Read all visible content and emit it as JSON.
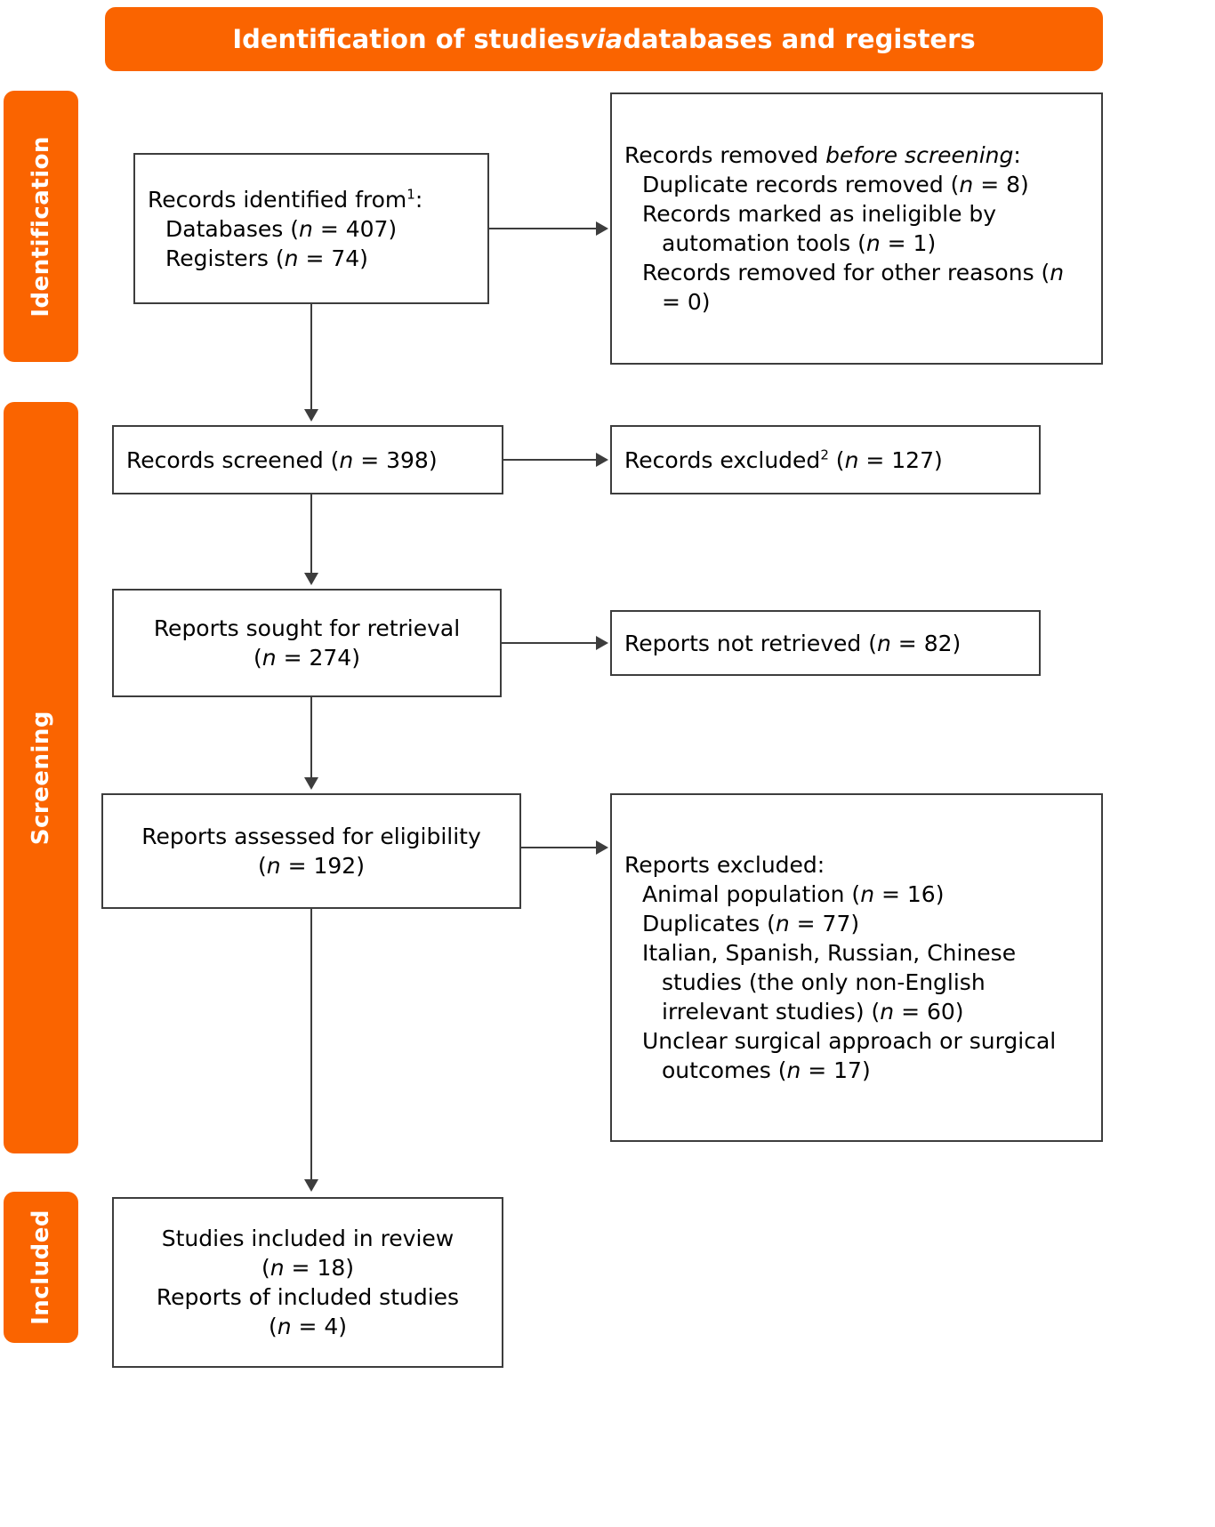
{
  "banner": {
    "text_before": "Identification of studies ",
    "text_italic": "via",
    "text_after": " databases and registers"
  },
  "stages": {
    "identification": "Identification",
    "screening": "Screening",
    "included": "Included"
  },
  "boxes": {
    "identified": {
      "name": "records-identified",
      "line1_a": "Records identified from",
      "line1_sup": "1",
      "line1_b": ":",
      "line2_a": "Databases (",
      "line2_n": "n",
      "line2_b": " = 407)",
      "line3_a": "Registers (",
      "line3_n": "n",
      "line3_b": " = 74)"
    },
    "removed": {
      "name": "records-removed-before-screening",
      "line1_a": "Records removed ",
      "line1_it": "before screening",
      "line1_b": ":",
      "line2_a": "Duplicate records removed (",
      "line2_n": "n",
      "line2_b": " = 8)",
      "line3_a": "Records marked as ineligible by automation tools (",
      "line3_n": "n",
      "line3_b": " = 1)",
      "line4_a": "Records removed for other reasons (",
      "line4_n": "n",
      "line4_b": " = 0)"
    },
    "screened": {
      "name": "records-screened",
      "line1_a": "Records screened (",
      "line1_n": "n",
      "line1_b": " = 398)"
    },
    "excluded1": {
      "name": "records-excluded",
      "line1_a": "Records excluded",
      "line1_sup": "2",
      "line1_mid": " (",
      "line1_n": "n",
      "line1_b": " = 127)"
    },
    "sought": {
      "name": "reports-sought-for-retrieval",
      "line1": "Reports sought for retrieval",
      "line2_a": "(",
      "line2_n": "n",
      "line2_b": " = 274)"
    },
    "notretrieved": {
      "name": "reports-not-retrieved",
      "line1_a": "Reports not retrieved (",
      "line1_n": "n",
      "line1_b": " = 82)"
    },
    "assessed": {
      "name": "reports-assessed-for-eligibility",
      "line1": "Reports assessed for eligibility",
      "line2_a": "(",
      "line2_n": "n",
      "line2_b": " = 192)"
    },
    "reportsexcluded": {
      "name": "reports-excluded",
      "line1": "Reports excluded:",
      "line2_a": "Animal population (",
      "line2_n": "n",
      "line2_b": " = 16)",
      "line3_a": "Duplicates (",
      "line3_n": "n",
      "line3_b": " = 77)",
      "line4_a": "Italian, Spanish, Russian, Chinese studies (the only non-English irrelevant studies) (",
      "line4_n": "n",
      "line4_b": " = 60)",
      "line5_a": "Unclear surgical approach or surgical outcomes (",
      "line5_n": "n",
      "line5_b": " = 17)"
    },
    "included": {
      "name": "studies-included-in-review",
      "line1": "Studies included in review",
      "line2_a": "(",
      "line2_n": "n",
      "line2_b": " = 18)",
      "line3": "Reports of included studies",
      "line4_a": "(",
      "line4_n": "n",
      "line4_b": " = 4)"
    }
  },
  "colors": {
    "accent": "#FA6400",
    "box_border": "#3d3d3d",
    "text": "#000000"
  }
}
